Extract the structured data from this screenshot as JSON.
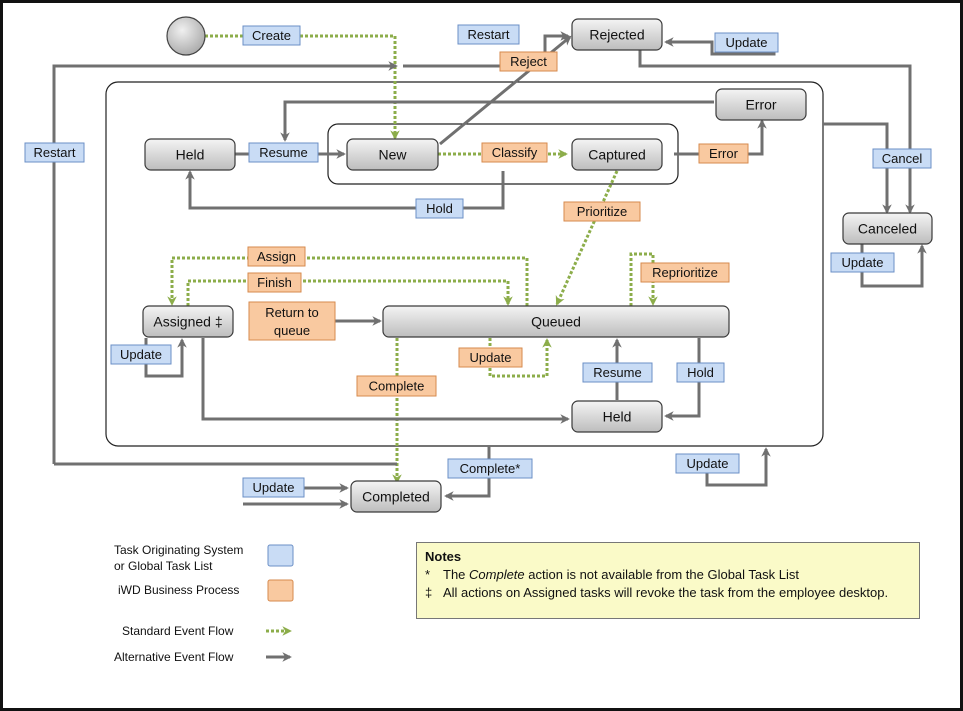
{
  "states": {
    "rejected": "Rejected",
    "error": "Error",
    "held_top": "Held",
    "new": "New",
    "captured": "Captured",
    "canceled": "Canceled",
    "assigned": "Assigned ‡",
    "queued": "Queued",
    "held_bottom": "Held",
    "completed": "Completed"
  },
  "labels": {
    "create": "Create",
    "restart_top": "Restart",
    "update_rejected": "Update",
    "reject": "Reject",
    "restart_left": "Restart",
    "resume_top": "Resume",
    "classify": "Classify",
    "error_label": "Error",
    "cancel": "Cancel",
    "hold_top": "Hold",
    "prioritize": "Prioritize",
    "update_canceled": "Update",
    "assign": "Assign",
    "finish": "Finish",
    "reprioritize": "Reprioritize",
    "return_to_queue_1": "Return to",
    "return_to_queue_2": "queue",
    "update_assigned": "Update",
    "update_queued": "Update",
    "complete_inner": "Complete",
    "resume_bottom": "Resume",
    "hold_bottom": "Hold",
    "complete_star": "Complete*",
    "update_right": "Update",
    "update_completed": "Update"
  },
  "legend": {
    "origin_1": "Task Originating System",
    "origin_2": "or Global Task List",
    "iwd": "iWD Business Process",
    "standard": "Standard Event Flow",
    "alternative": "Alternative Event Flow"
  },
  "notes": {
    "title": "Notes",
    "n1_sym": "*",
    "n1_pre": "The ",
    "n1_em": "Complete",
    "n1_post": " action is not available from the Global Task List",
    "n2_sym": "‡",
    "n2_text": "All actions on Assigned tasks will revoke the task from the employee desktop."
  },
  "colors": {
    "system_label": "#c9dcf5",
    "iwd_label": "#f9c9a0",
    "standard_flow": "#8cad4a",
    "alternative_flow": "#707070",
    "notes_bg": "#fafac8"
  }
}
